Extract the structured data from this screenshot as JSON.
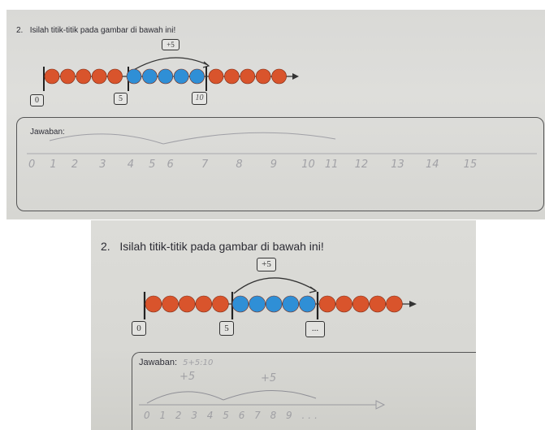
{
  "top_photo": {
    "question_number": "2.",
    "question_text": "Isilah titik-titik pada gambar di bawah ini!",
    "jump_label": "+5",
    "box_start": "0",
    "box_middle": "5",
    "box_end": "10",
    "answer_label": "Jawaban:",
    "handwritten_numbers": [
      "0",
      "1",
      "2",
      "3",
      "4",
      "5",
      "6",
      "7",
      "8",
      "9",
      "10",
      "11",
      "12",
      "13",
      "14",
      "15"
    ]
  },
  "bottom_photo": {
    "question_number": "2.",
    "question_text": "Isilah titik-titik pada gambar di bawah ini!",
    "jump_label": "+5",
    "box_start": "0",
    "box_middle": "5",
    "box_end": "...",
    "answer_label": "Jawaban:",
    "handwritten_equation": "5+5:10",
    "handwritten_jump_1": "+5",
    "handwritten_jump_2": "+5",
    "handwritten_numbers": "0 1 2 3 4 5 6 7 8 9 ..."
  },
  "colors": {
    "red_bead": "#d9542c",
    "blue_bead": "#2f8fd6",
    "ink": "#2b2b33"
  }
}
